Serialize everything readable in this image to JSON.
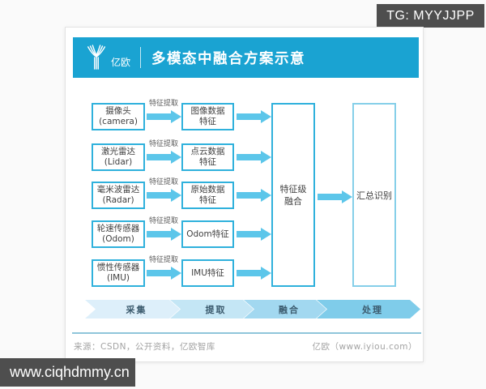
{
  "badges": {
    "tg": "TG: MYYJJPP",
    "watermark": "www.ciqhdmmy.cn"
  },
  "header": {
    "brand": "亿欧",
    "title": "多模态中融合方案示意"
  },
  "diagram": {
    "extract_label": "特征提取",
    "rows": [
      {
        "source_lines": [
          "摄像头",
          "(camera)"
        ],
        "feature_lines": [
          "图像数据",
          "特征"
        ]
      },
      {
        "source_lines": [
          "激光雷达",
          "(Lidar)"
        ],
        "feature_lines": [
          "点云数据",
          "特征"
        ]
      },
      {
        "source_lines": [
          "毫米波雷达",
          "(Radar)"
        ],
        "feature_lines": [
          "原始数据",
          "特征"
        ]
      },
      {
        "source_lines": [
          "轮速传感器",
          "(Odom)"
        ],
        "feature_lines": [
          "Odom特征"
        ]
      },
      {
        "source_lines": [
          "惯性传感器",
          "(IMU)"
        ],
        "feature_lines": [
          "IMU特征"
        ]
      }
    ],
    "fusion_lines": [
      "特征级",
      "融合"
    ],
    "summary_label": "汇总识别",
    "stages": [
      {
        "label": "采集",
        "color": "#ddeffa"
      },
      {
        "label": "提取",
        "color": "#c4e6f5"
      },
      {
        "label": "融合",
        "color": "#a2d8f0"
      },
      {
        "label": "处理",
        "color": "#7fccea"
      }
    ]
  },
  "footer": {
    "source": "来源：CSDN，公开资料，亿欧智库",
    "credit": "亿欧（www.iyiou.com）"
  },
  "colors": {
    "accent_blue": "#1aa3d2",
    "box_border": "#2fb1dc",
    "arrow_blue": "#5cc6ea",
    "stage_text": "#3b5a6d",
    "badge_gray": "#4e4e4e"
  }
}
